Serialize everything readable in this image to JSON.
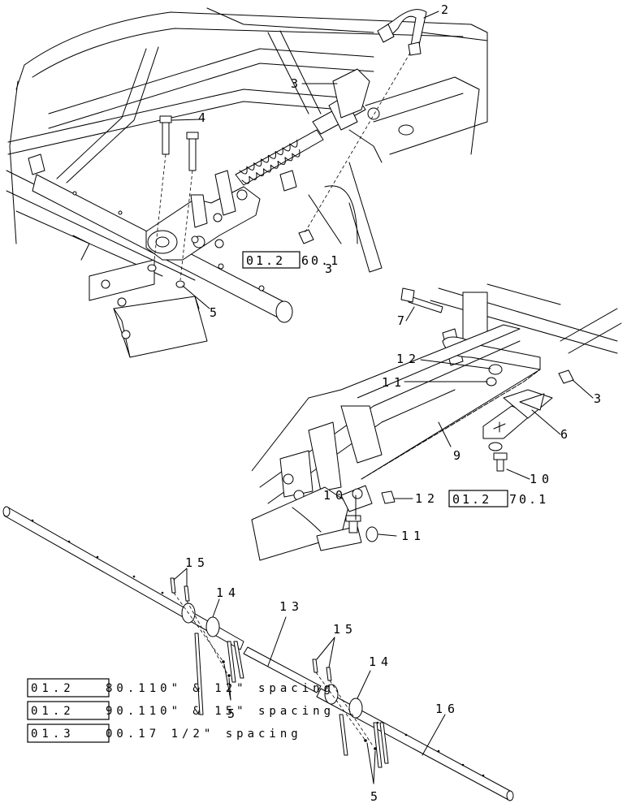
{
  "figure": {
    "callouts": {
      "c2": "2",
      "c3_top": "3",
      "c4": "4",
      "c5_top": "5",
      "c7": "7",
      "c12_a": "12",
      "c11_a": "11",
      "c3_right": "3",
      "c6": "6",
      "c9": "9",
      "c10_a": "10",
      "c10_b": "10",
      "c12_b": "12",
      "c11_b": "11",
      "c15_a": "15",
      "c14_a": "14",
      "c13": "13",
      "c15_b": "15",
      "c14_b": "14",
      "c16": "16",
      "c5_a": "5",
      "c5_b": "5"
    },
    "references": {
      "ref1_box": "01.2",
      "ref1_rest": "60.1",
      "ref1_tail": "3",
      "ref2_box": "01.2",
      "ref2_rest": "70.1"
    },
    "notes": [
      {
        "box": "01.2",
        "text": "80.110\" & 12\" spacing"
      },
      {
        "box": "01.2",
        "text": "90.110\" & 15\" spacing"
      },
      {
        "box": "01.3",
        "text": "00.17 1/2\" spacing"
      }
    ]
  }
}
